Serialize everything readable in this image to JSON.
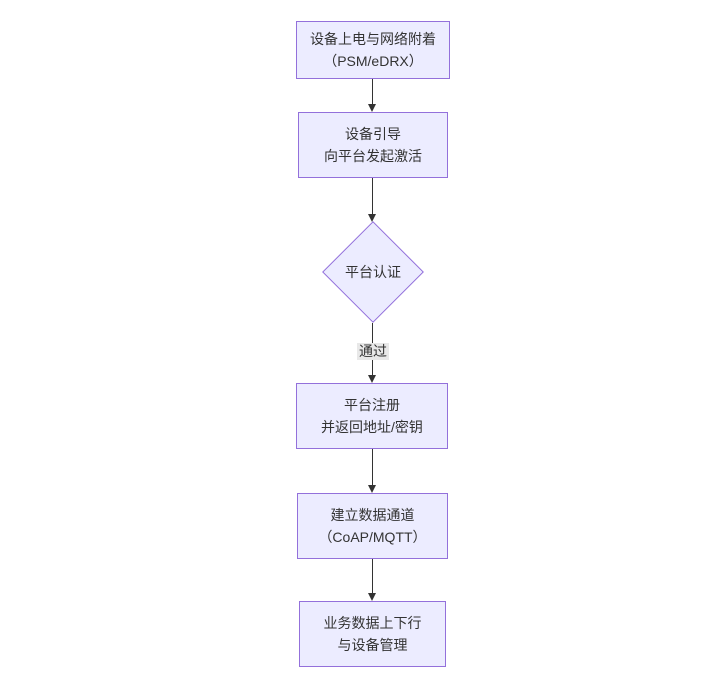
{
  "diagram": {
    "type": "flowchart",
    "direction": "top-to-bottom",
    "nodes": [
      {
        "index": 0,
        "shape": "rect",
        "lines": [
          "设备上电与网络附着",
          "（PSM/eDRX）"
        ]
      },
      {
        "index": 1,
        "shape": "rect",
        "lines": [
          "设备引导",
          "向平台发起激活"
        ]
      },
      {
        "index": 2,
        "shape": "diamond",
        "lines": [
          "平台认证"
        ]
      },
      {
        "index": 3,
        "shape": "rect",
        "lines": [
          "平台注册",
          "并返回地址/密钥"
        ]
      },
      {
        "index": 4,
        "shape": "rect",
        "lines": [
          "建立数据通道",
          "（CoAP/MQTT）"
        ]
      },
      {
        "index": 5,
        "shape": "rect",
        "lines": [
          "业务数据上下行",
          "与设备管理"
        ]
      }
    ],
    "edges": [
      {
        "from": 0,
        "to": 1,
        "label": ""
      },
      {
        "from": 1,
        "to": 2,
        "label": ""
      },
      {
        "from": 2,
        "to": 3,
        "label": "通过"
      },
      {
        "from": 3,
        "to": 4,
        "label": ""
      },
      {
        "from": 4,
        "to": 5,
        "label": ""
      }
    ],
    "colors": {
      "node_fill": "#ECECFF",
      "node_border": "#9370DB",
      "text": "#333333",
      "edge": "#333333",
      "edge_label_bg": "#e8e8e8",
      "background": "#ffffff"
    }
  }
}
